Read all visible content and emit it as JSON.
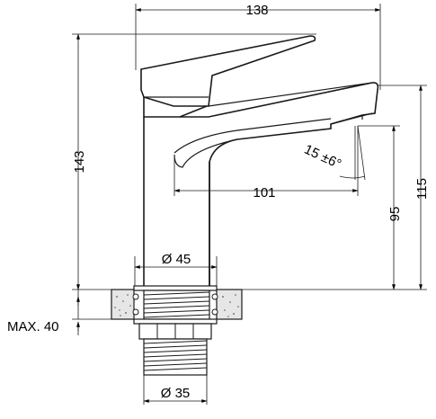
{
  "drawing": {
    "overall_width": "138",
    "overall_height": "143",
    "spout_reach": "101",
    "spout_height": "95",
    "handle_height": "115",
    "body_diameter": "Ø 45",
    "thread_diameter": "Ø 35",
    "max_deck_thickness": "MAX. 40",
    "spout_angle": "15 ±6°"
  }
}
